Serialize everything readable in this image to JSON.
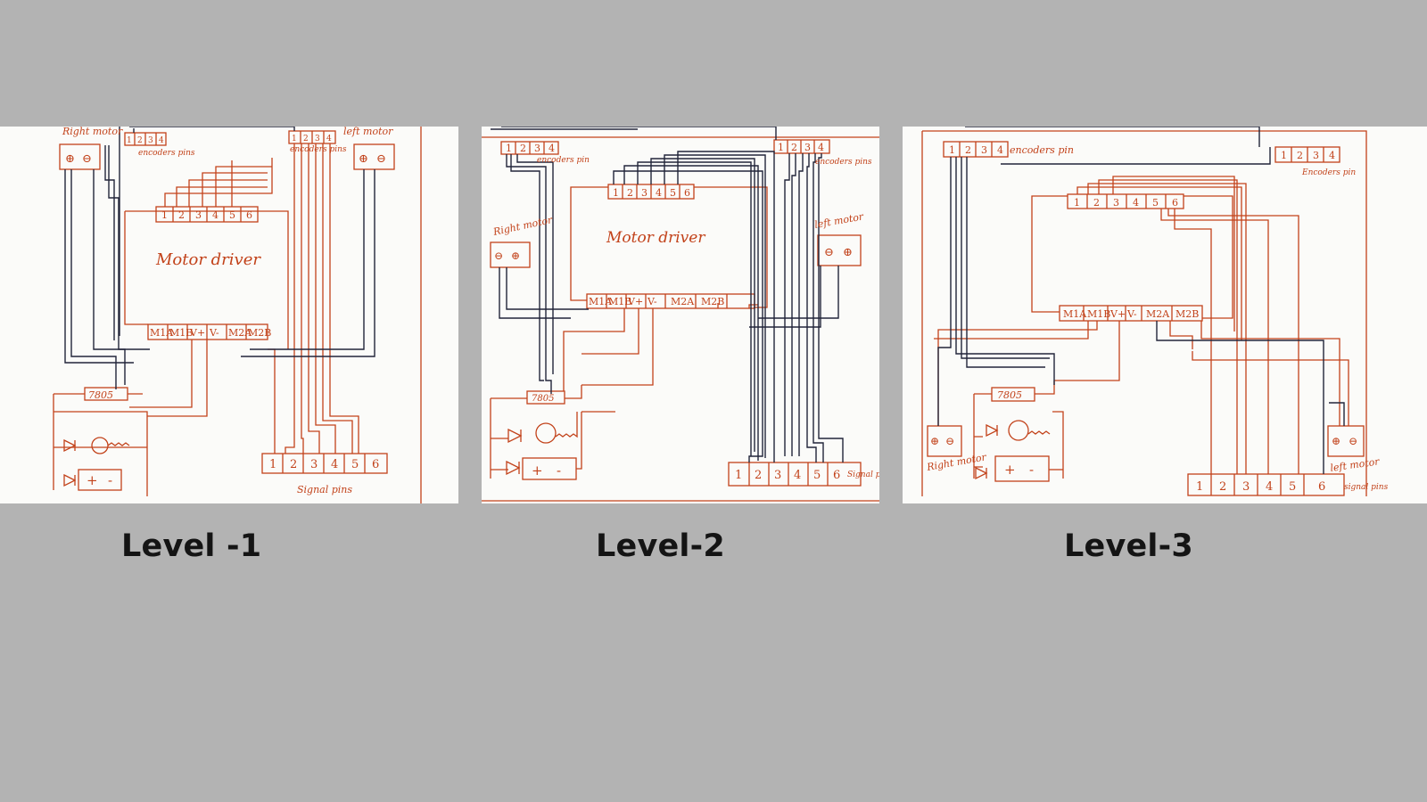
{
  "colors": {
    "background": "#b3b3b3",
    "paper": "#fbfbf9",
    "ink_red": "#c2421a",
    "ink_dark": "#22253a"
  },
  "panels": [
    {
      "caption": "Level -1",
      "labels": {
        "right_motor": "Right motor",
        "left_motor": "left motor",
        "encoder_pins": "encoders pins",
        "motor_driver": "Motor driver",
        "regulator": "7805",
        "signal_pins": "Signal pins",
        "driver_bottom": [
          "M1A",
          "M1B",
          "V+",
          "V-",
          "M2A",
          "M2B"
        ],
        "driver_top": [
          "1",
          "2",
          "3",
          "4",
          "5",
          "6"
        ],
        "encoder_left": [
          "1",
          "2",
          "3",
          "4"
        ],
        "encoder_right": [
          "1",
          "2",
          "3",
          "4"
        ],
        "signal": [
          "1",
          "2",
          "3",
          "4",
          "5",
          "6"
        ],
        "battery": [
          "+",
          "-"
        ],
        "motor_terminals": [
          "⊕",
          "⊖"
        ]
      }
    },
    {
      "caption": "Level-2",
      "labels": {
        "right_motor": "Right motor",
        "left_motor": "left motor",
        "encoder_pins": "encoders pin",
        "encoder_pins_right": "encoders pins",
        "motor_driver": "Motor driver",
        "regulator": "7805",
        "signal_pins": "Signal pins",
        "driver_bottom": [
          "M1A",
          "M1B",
          "V+",
          "V-",
          "M2A",
          "M2B"
        ],
        "driver_top": [
          "1",
          "2",
          "3",
          "4",
          "5",
          "6"
        ],
        "encoder_left": [
          "1",
          "2",
          "3",
          "4"
        ],
        "encoder_right": [
          "1",
          "2",
          "3",
          "4"
        ],
        "signal": [
          "1",
          "2",
          "3",
          "4",
          "5",
          "6"
        ],
        "battery": [
          "+",
          "-"
        ],
        "motor_terminals": [
          "⊖",
          "⊕"
        ]
      }
    },
    {
      "caption": "Level-3",
      "labels": {
        "right_motor": "Right motor",
        "left_motor": "left motor",
        "encoder_pins": "encoders pin",
        "encoder_pins_right": "Encoders pin",
        "regulator": "7805",
        "signal_pins": "signal pins",
        "driver_bottom": [
          "M1A",
          "M1B",
          "V+",
          "V-",
          "M2A",
          "M2B"
        ],
        "driver_top": [
          "1",
          "2",
          "3",
          "4",
          "5",
          "6"
        ],
        "encoder_left": [
          "1",
          "2",
          "3",
          "4"
        ],
        "encoder_right": [
          "1",
          "2",
          "3",
          "4"
        ],
        "signal": [
          "1",
          "2",
          "3",
          "4",
          "5",
          "6"
        ],
        "battery": [
          "+",
          "-"
        ],
        "motor_terminals": [
          "⊕",
          "⊖"
        ]
      }
    }
  ]
}
